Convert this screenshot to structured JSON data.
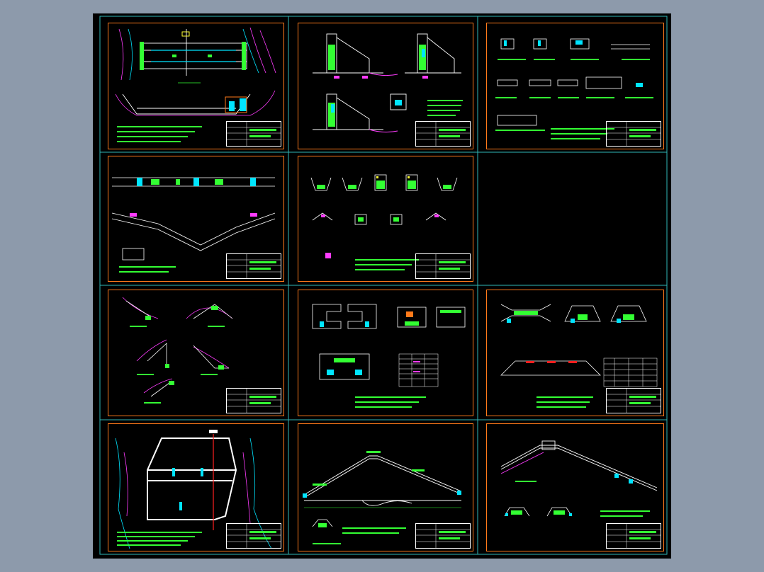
{
  "drawing_set": {
    "background": "#000000",
    "border_color": "#ff7a1a",
    "grid_color": "#2fb7b7",
    "line_colors": {
      "primary": "#33ff33",
      "white": "#ffffff",
      "cyan": "#00e5ff",
      "magenta": "#ff3cff",
      "red": "#ff2020",
      "yellow": "#ffff33"
    },
    "sheets": [
      {
        "id": "sheet-1",
        "kind": "plan-and-section",
        "has_title_block": true
      },
      {
        "id": "sheet-2",
        "kind": "gate-elevations",
        "has_title_block": true
      },
      {
        "id": "sheet-3",
        "kind": "small-details",
        "has_title_block": true
      },
      {
        "id": "sheet-4",
        "kind": "channel-profile",
        "has_title_block": true
      },
      {
        "id": "sheet-5",
        "kind": "cross-sections",
        "has_title_block": true
      },
      {
        "id": "sheet-7",
        "kind": "slope-details",
        "has_title_block": true
      },
      {
        "id": "sheet-8",
        "kind": "gate-plan-tables",
        "has_title_block": false
      },
      {
        "id": "sheet-9",
        "kind": "culvert-and-table",
        "has_title_block": true
      },
      {
        "id": "sheet-10",
        "kind": "site-plan",
        "has_title_block": true
      },
      {
        "id": "sheet-11",
        "kind": "embankment-profile",
        "has_title_block": true
      },
      {
        "id": "sheet-12",
        "kind": "outlet-profile",
        "has_title_block": true
      }
    ]
  }
}
